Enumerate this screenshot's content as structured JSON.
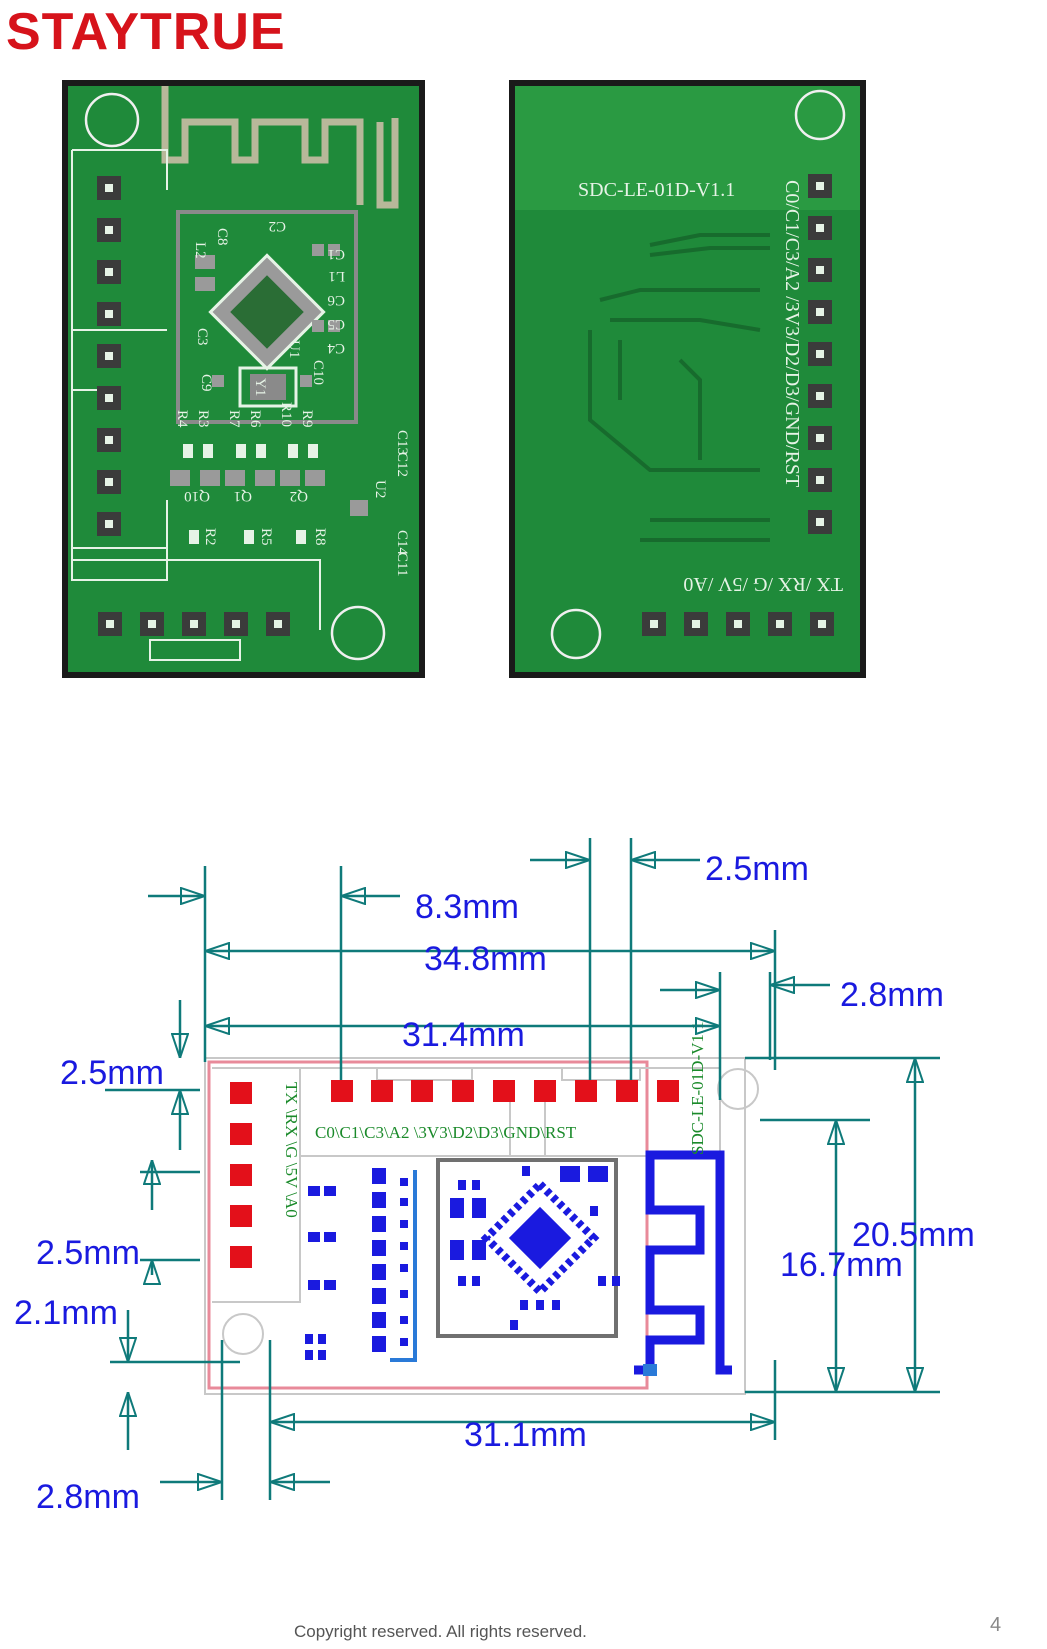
{
  "brand": "STAYTRUE",
  "footer": {
    "copyright": "Copyright reserved. All rights reserved.",
    "page_number": "4"
  },
  "colors": {
    "brand": "#d6131b",
    "pcb": "#1f8a3a",
    "pcb_dark": "#0f4a1e",
    "pcb_light": "#36a34e",
    "pad": "#3b3b3b",
    "dimension_line": "#0f7a7a",
    "dimension_text": "#1a1adf",
    "outline": "#e88a9a",
    "pin": "#e3101a"
  },
  "pcb_front": {
    "labels": [
      "L2",
      "C8",
      "C2",
      "C1",
      "L1",
      "C6",
      "C5",
      "C4",
      "C3",
      "U1",
      "C9",
      "Y1",
      "C10",
      "R4",
      "R3",
      "R7",
      "R6",
      "R10",
      "R9",
      "C13",
      "C12",
      "Q10",
      "Q1",
      "Q2",
      "U2",
      "R2",
      "R5",
      "R8",
      "C14",
      "C11"
    ]
  },
  "pcb_back": {
    "title": "SDC-LE-01D-V1.1",
    "side_pins": "C0/C1/C3/A2 /3V3/D2/D3/GND/RST",
    "bottom_pins": "TX /RX /G /5V /A0"
  },
  "drawing": {
    "dimensions": [
      "2.5mm",
      "8.3mm",
      "34.8mm",
      "2.8mm",
      "31.4mm",
      "2.5mm",
      "20.5mm",
      "16.7mm",
      "2.5mm",
      "2.1mm",
      "31.1mm",
      "2.8mm"
    ],
    "module": {
      "title": "SDC-LE-01D-V1.1",
      "top_pins": "C0\\C1\\C3\\A2 \\3V3\\D2\\D3\\GND\\RST",
      "side_pins": "TX \\RX \\G \\5V \\A0"
    }
  }
}
